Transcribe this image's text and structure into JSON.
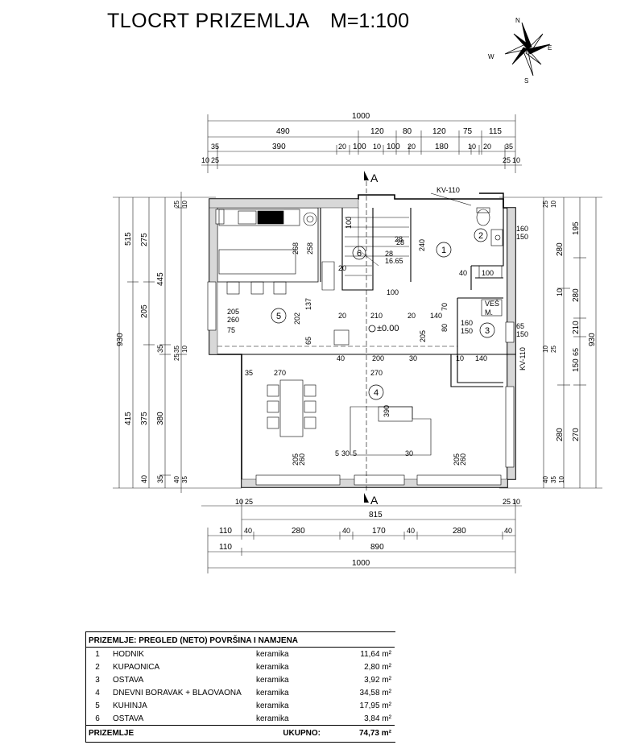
{
  "header": {
    "title": "TLOCRT PRIZEMLJA",
    "scale": "M=1:100"
  },
  "compass": {
    "n": "N",
    "e": "E",
    "s": "S",
    "w": "W"
  },
  "section_markers": {
    "top": "A",
    "bottom": "A"
  },
  "plan_labels": {
    "ventilation_top": "KV-110",
    "ventilation_right": "KV-110",
    "level": "±0.00",
    "laundry_1": "VEŠ",
    "laundry_2": "M.",
    "stair_1": "28",
    "stair_2": "16.65",
    "stair_3": "28",
    "room_1": "1",
    "room_2": "2",
    "room_3": "3",
    "room_4": "4",
    "room_5": "5",
    "room_6": "6"
  },
  "dims": {
    "top_total": "1000",
    "top_row2": [
      "490",
      "120",
      "80",
      "120",
      "75",
      "115"
    ],
    "top_row3": [
      "35",
      "390",
      "20",
      "100",
      "10",
      "100",
      "20",
      "180",
      "10",
      "20",
      "35"
    ],
    "top_row4": [
      "10",
      "25",
      "25",
      "10"
    ],
    "bottom_total": "1000",
    "bottom_row1": [
      "10",
      "25",
      "25",
      "10"
    ],
    "bottom_row2": "815",
    "bottom_row3": [
      "110",
      "40",
      "280",
      "40",
      "170",
      "40",
      "280",
      "40"
    ],
    "bottom_row4": [
      "110",
      "890"
    ],
    "left_total": "930",
    "left_col2": [
      "515",
      "415"
    ],
    "left_col3": [
      "275",
      "205",
      "375"
    ],
    "left_col4": [
      "445",
      "380",
      "35",
      "40",
      "35"
    ],
    "left_small": [
      "25",
      "10",
      "35",
      "10",
      "25",
      "40",
      "35"
    ],
    "right_total": "930",
    "right_col1": [
      "195",
      "280",
      "210",
      "65",
      "150",
      "270"
    ],
    "right_col2": [
      "280",
      "280",
      "10"
    ],
    "right_small": [
      "25",
      "10",
      "10",
      "25",
      "40",
      "35",
      "10"
    ],
    "interior": [
      "268",
      "258",
      "100",
      "20",
      "240",
      "28",
      "100",
      "205",
      "260",
      "75",
      "137",
      "202",
      "65",
      "20",
      "210",
      "20",
      "140",
      "205",
      "70",
      "80",
      "160",
      "150",
      "65",
      "150",
      "40",
      "100",
      "160",
      "150",
      "40",
      "200",
      "30",
      "10",
      "140",
      "270",
      "270",
      "35",
      "390",
      "205",
      "260",
      "5",
      "30",
      "5",
      "30",
      "205",
      "260"
    ]
  },
  "area_table": {
    "header": "PRIZEMLJE: PREGLED (NETO) POVRŠINA I NAMJENA",
    "rows": [
      {
        "no": "1",
        "name": "HODNIK",
        "material": "keramika",
        "area": "11,64 m²"
      },
      {
        "no": "2",
        "name": "KUPAONICA",
        "material": "keramika",
        "area": "2,80 m²"
      },
      {
        "no": "3",
        "name": "OSTAVA",
        "material": "keramika",
        "area": "3,92 m²"
      },
      {
        "no": "4",
        "name": "DNEVNI BORAVAK + BLAOVAONA",
        "material": "keramika",
        "area": "34,58 m²"
      },
      {
        "no": "5",
        "name": "KUHINJA",
        "material": "keramika",
        "area": "17,95 m²"
      },
      {
        "no": "6",
        "name": "OSTAVA",
        "material": "keramika",
        "area": "3,84 m²"
      }
    ],
    "footer_label": "PRIZEMLJE",
    "total_label": "UKUPNO:",
    "total_value": "74,73 m²"
  },
  "colors": {
    "line": "#000000",
    "hatch": "#bbbbbb",
    "dim": "#222222"
  }
}
